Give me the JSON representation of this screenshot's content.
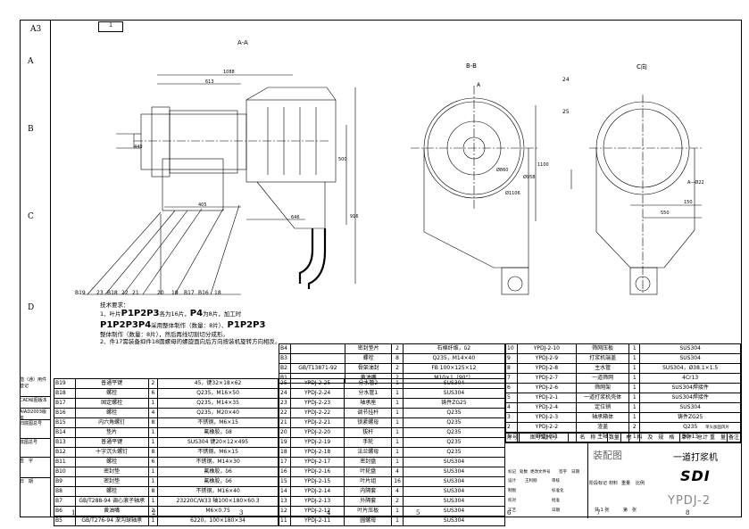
{
  "sheet": {
    "size": "A3",
    "page_no": "1",
    "row_zones": [
      "A",
      "B",
      "C",
      "D"
    ],
    "col_zones": [
      "1",
      "2",
      "3",
      "4",
      "5",
      "6",
      "7",
      "8"
    ]
  },
  "views": {
    "aa_label": "A-A",
    "bb_label": "B-B",
    "c_label": "C向",
    "a_mark": "A",
    "dims": [
      "1088",
      "613",
      "440",
      "405",
      "646",
      "916",
      "500",
      "1100",
      "Ø1106",
      "Ø958",
      "Ø860",
      "550",
      "150",
      "A—Ø22",
      "24",
      "25"
    ],
    "part_no_labels": [
      "B19",
      "23",
      "B18",
      "22",
      "21",
      "20",
      "19",
      "B17",
      "B16",
      "18"
    ]
  },
  "notes": {
    "heading": "技术要求：",
    "line1_pre": "1、叶片",
    "line1_big1": "P1P2P3",
    "line1_mid": "各为16片，",
    "line1_big2": "P4",
    "line1_post": "为8片，加工时",
    "line2_big": "P1P2P3P4",
    "line2_post": "采用整体制作（数量：8片）、",
    "line2_big2": "P1P2P3",
    "line3": "整体制作（数量：8片），然后再线切割切分成形。",
    "line4": "2、件17需装备抑件18圆螺母的螺旋面向后方向按装机旋转方向相反。"
  },
  "left_strip": [
    "借（通）用件登记",
    "CAD绘图版本",
    "AIAD2003版本",
    "旧底图总号",
    "底图总号",
    "签　字",
    "日　期"
  ],
  "table_left": [
    [
      "B19",
      "普通平键",
      "2",
      "45，键32×18×62"
    ],
    [
      "B18",
      "螺栓",
      "6",
      "Q235，M16×50"
    ],
    [
      "B17",
      "固定螺栓",
      "1",
      "Q235，M14×35"
    ],
    [
      "B16",
      "螺栓",
      "4",
      "Q235，M20×40"
    ],
    [
      "B15",
      "内六角螺钉",
      "8",
      "不锈钢，M6×15"
    ],
    [
      "B14",
      "垫片",
      "1",
      "氟橡胶，δ8"
    ],
    [
      "B13",
      "普通平键",
      "1",
      "SUS304 键20×12×495"
    ],
    [
      "B12",
      "十字沉头螺钉",
      "8",
      "不锈钢，M6×15"
    ],
    [
      "B11",
      "螺栓",
      "6",
      "不锈钢，M14×30"
    ],
    [
      "B10",
      "密封垫",
      "1",
      "氟橡胶，δ6"
    ],
    [
      "B9",
      "密封垫",
      "1",
      "氟橡胶，δ6"
    ],
    [
      "B8",
      "螺栓",
      "8",
      "不锈钢，M16×40"
    ],
    [
      "B7",
      "GB/T288-94 调心滚子轴承",
      "1",
      "23220C/W33 轴100×180×60.3"
    ],
    [
      "B6",
      "黄油嘴",
      "2",
      "M6×0.75"
    ],
    [
      "B5",
      "GB/T276-94 深沟球轴承",
      "1",
      "6220，100×180×34"
    ]
  ],
  "table_mid": [
    [
      "25",
      "YPDJ-2-25",
      "分水管2",
      "1",
      "SUS304"
    ],
    [
      "24",
      "YPDJ-2-24",
      "分水管1",
      "1",
      "SUS304"
    ],
    [
      "23",
      "YPDJ-2-23",
      "轴承座",
      "1",
      "铸件ZG25"
    ],
    [
      "22",
      "YPDJ-2-22",
      "调节挂杆",
      "1",
      "Q235"
    ],
    [
      "21",
      "YPDJ-2-21",
      "锁紧螺母",
      "1",
      "Q235"
    ],
    [
      "20",
      "YPDJ-2-20",
      "拔杆",
      "1",
      "Q235"
    ],
    [
      "19",
      "YPDJ-2-19",
      "手轮",
      "1",
      "Q235"
    ],
    [
      "18",
      "YPDJ-2-18",
      "法兰螺母",
      "1",
      "Q235"
    ],
    [
      "17",
      "YPDJ-2-17",
      "密封盘",
      "1",
      "SUS304"
    ],
    [
      "16",
      "YPDJ-2-16",
      "叶轮盘",
      "4",
      "SUS304"
    ],
    [
      "15",
      "YPDJ-2-15",
      "叶片组",
      "16",
      "SUS304"
    ],
    [
      "14",
      "YPDJ-2-14",
      "内隔套",
      "4",
      "SUS304"
    ],
    [
      "13",
      "YPDJ-2-13",
      "外隔套",
      "2",
      "SUS304"
    ],
    [
      "12",
      "YPDJ-2-12",
      "叶片压板",
      "1",
      "SUS304"
    ],
    [
      "11",
      "YPDJ-2-11",
      "圆螺母",
      "1",
      "SUS304"
    ]
  ],
  "table_mid_top": [
    [
      "B4",
      "",
      "密封垫片",
      "2",
      "石棉纤维，δ2"
    ],
    [
      "B3",
      "",
      "螺栓",
      "8",
      "Q235，M14×40"
    ],
    [
      "B2",
      "GB/T13871-92",
      "骨架油封",
      "2",
      "FB 100×125×12"
    ],
    [
      "B1",
      "",
      "黄油嘴",
      "2",
      "M10×1（90°）"
    ]
  ],
  "table_right": [
    [
      "10",
      "YPDJ-2-10",
      "筛网压板",
      "1",
      "SUS304"
    ],
    [
      "9",
      "YPDJ-2-9",
      "打浆机端盖",
      "1",
      "SUS304"
    ],
    [
      "8",
      "YPDJ-2-8",
      "主水管",
      "1",
      "SUS304，Ø38.1×1.5"
    ],
    [
      "7",
      "YPDJ-2-7",
      "一道筛网",
      "1",
      "4Cr13"
    ],
    [
      "6",
      "YPDJ-2-6",
      "筛网架",
      "1",
      "SUS304焊接件"
    ],
    [
      "5",
      "YPDJ-2-1",
      "一道打浆机壳体",
      "1",
      "SUS304焊接件"
    ],
    [
      "4",
      "YPDJ-2-4",
      "定位销",
      "1",
      "SUS304"
    ],
    [
      "3",
      "YPDJ-2-3",
      "轴承箱体",
      "1",
      "铸件ZG25"
    ],
    [
      "2",
      "YPDJ-2-2",
      "渣盖",
      "2",
      "Q235"
    ],
    [
      "1",
      "YPDJ-2-1",
      "主轴",
      "1",
      "3Cr13"
    ]
  ],
  "right_header": {
    "col_seq": "序号",
    "col_code": "图号或代号",
    "col_name": "名　称",
    "col_qty": "数量",
    "col_mat": "材　料　及　规　格",
    "col_weight": "单件　总计\n重　量",
    "col_note": "备注",
    "extra": "单头加固风片"
  },
  "title_block": {
    "drawing_kind": "装配图",
    "product_name": "一道打浆机",
    "logo": "SDI",
    "drawing_no": "YPDJ-2",
    "sheet_info_a": "共 1 张",
    "sheet_info_b": "第　张",
    "scale_label": "比例",
    "weight_label": "重量",
    "stage_label": "阶段标记",
    "material_label": "材料",
    "labels": [
      "标记",
      "处数",
      "更改文件号",
      "签字",
      "日期",
      "设计",
      "王利刚",
      "审核",
      "制图",
      "标准化",
      "校对",
      "批准",
      "工艺",
      "日期"
    ]
  }
}
